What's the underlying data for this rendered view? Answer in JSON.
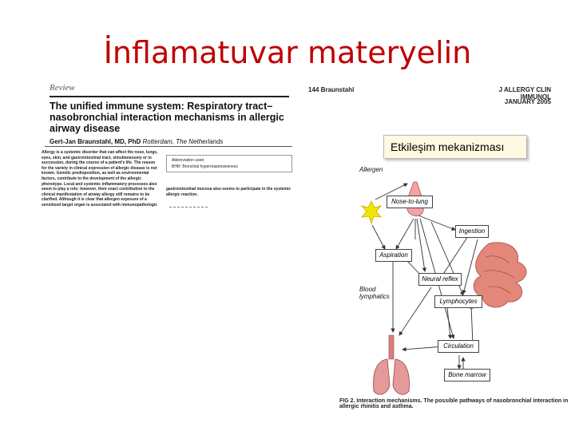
{
  "slide": {
    "title": "İnflamatuvar materyelin",
    "callout": "Etkileşim mekanizması"
  },
  "paper": {
    "journal": "Review",
    "title": "The unified immune system: Respiratory tract–nasobronchial interaction mechanisms in allergic airway disease",
    "authors": "Gert-Jan Braunstahl, MD, PhD",
    "affiliation": "Rotterdam, The Netherlands",
    "abstract": "Allergy is a systemic disorder that can affect the nose, lungs, eyes, skin, and gastrointestinal tract, simultaneously or in succession, during the course of a patient's life. The reason for the variety in clinical expression of allergic disease is not known. Genetic predisposition, as well as environmental factors, contribute to the development of the allergic phenotype. Local and systemic inflammatory processes also seem to play a role; however, their exact contribution to the clinical manifestation of airway allergy still remains to be clarified. Although it is clear that allergen exposure of a sensitized target organ is associated with immunopathologic",
    "abbreviations_title": "Abbreviation used",
    "abbreviations": "BHR:  Bronchial hyperresponsiveness",
    "body_text": "gastrointestinal mucosa also seems to participate in the systemic allergic reaction."
  },
  "figure": {
    "page_header": "144 Braunstahl",
    "journal_header": "J ALLERGY CLIN IMMUNOL",
    "date_header": "JANUARY 2005",
    "labels": {
      "allergen": "Allergen",
      "blood_lymph": "Blood lymphatics",
      "nose_to_lung": "Nose-to-lung",
      "ingestion": "Ingestion",
      "aspiration": "Aspiration",
      "neural_reflex": "Neural reflex",
      "lymphocytes": "Lymphocytes",
      "circulation": "Circulation",
      "bone_marrow": "Bone marrow"
    },
    "caption": "FIG 2. Interaction mechanisms. The possible pathways of nasobronchial interaction in allergic rhinitis and asthma."
  }
}
